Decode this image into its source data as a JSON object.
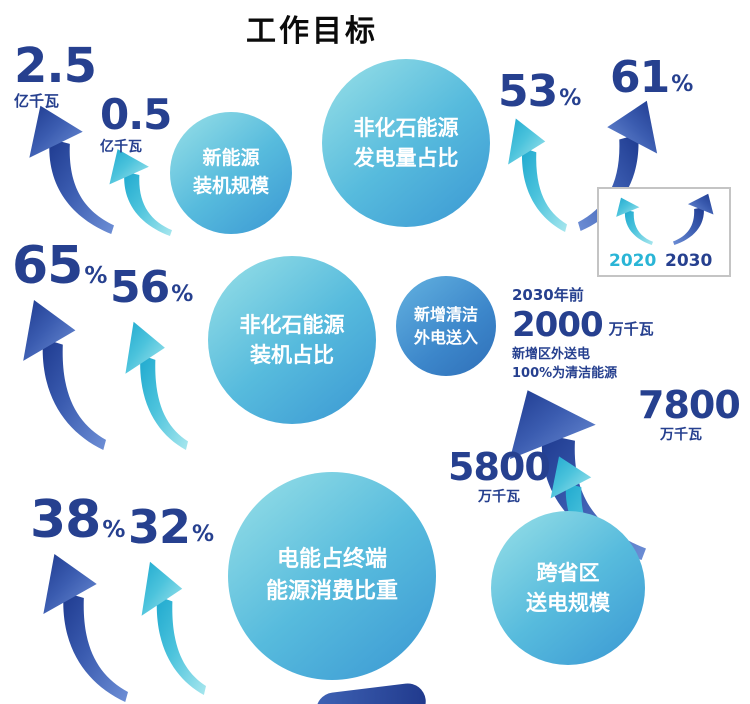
{
  "title": "工作目标",
  "legend": {
    "y2020": "2020",
    "y2030": "2030"
  },
  "colors": {
    "number_navy": "#26408f",
    "cyan_2020": "#2ab5d6",
    "dark_blue_2030": "#20398c"
  },
  "groups": {
    "new_energy": {
      "label1": "新能源",
      "label2": "装机规模",
      "v2020": "0.5",
      "u2020": "亿千瓦",
      "v2030": "2.5",
      "u2030": "亿千瓦"
    },
    "gen_share": {
      "label1": "非化石能源",
      "label2": "发电量占比",
      "v2020": "53",
      "u2020": "%",
      "v2030": "61",
      "u2030": "%"
    },
    "cap_share": {
      "label1": "非化石能源",
      "label2": "装机占比",
      "v2020": "56",
      "u2020": "%",
      "v2030": "65",
      "u2030": "%"
    },
    "clean_in": {
      "label1": "新增清洁",
      "label2": "外电送入",
      "pre": "2030年前",
      "value": "2000",
      "unit": "万千瓦",
      "note1": "新增区外送电",
      "note2": "100%为清洁能源"
    },
    "elec_share": {
      "label1": "电能占终端",
      "label2": "能源消费比重",
      "v2020": "32",
      "u2020": "%",
      "v2030": "38",
      "u2030": "%"
    },
    "cross": {
      "label1": "跨省区",
      "label2": "送电规模",
      "v2020": "5800",
      "u2020": "万千瓦",
      "v2030": "7800",
      "u2030": "万千瓦"
    }
  },
  "chart_data": {
    "type": "table",
    "title": "工作目标",
    "legend": [
      "2020",
      "2030"
    ],
    "legend_position": "top-right",
    "categories": [
      "新能源装机规模",
      "非化石能源发电量占比",
      "非化石能源装机占比",
      "电能占终端能源消费比重",
      "跨省区送电规模"
    ],
    "units": [
      "亿千瓦",
      "%",
      "%",
      "%",
      "万千瓦"
    ],
    "series": [
      {
        "name": "2020",
        "values": [
          0.5,
          53,
          56,
          32,
          5800
        ]
      },
      {
        "name": "2030",
        "values": [
          2.5,
          61,
          65,
          38,
          7800
        ]
      }
    ],
    "annotation": "新增清洁外电送入：2030年前 2000万千瓦，新增区外送电 100%为清洁能源"
  }
}
